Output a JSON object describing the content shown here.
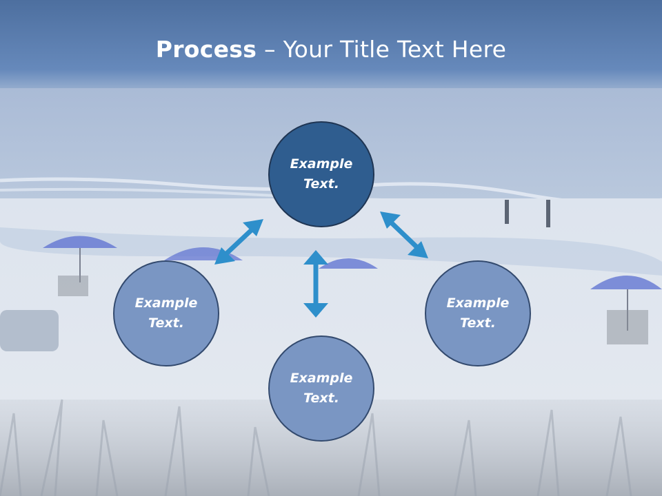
{
  "title": {
    "bold": "Process",
    "separator": " – ",
    "rest": "Your Title Text Here"
  },
  "nodes": [
    {
      "text": "Example\nText.",
      "role": "primary"
    },
    {
      "text": "Example\nText.",
      "role": "secondary"
    },
    {
      "text": "Example\nText.",
      "role": "secondary"
    },
    {
      "text": "Example\nText.",
      "role": "secondary"
    }
  ],
  "colors": {
    "title_band": "#5a7cae",
    "primary_node": "#2f5d8f",
    "secondary_node": "#7a96c3",
    "node_border": "#334a6e",
    "arrow": "#2e8fcb"
  }
}
